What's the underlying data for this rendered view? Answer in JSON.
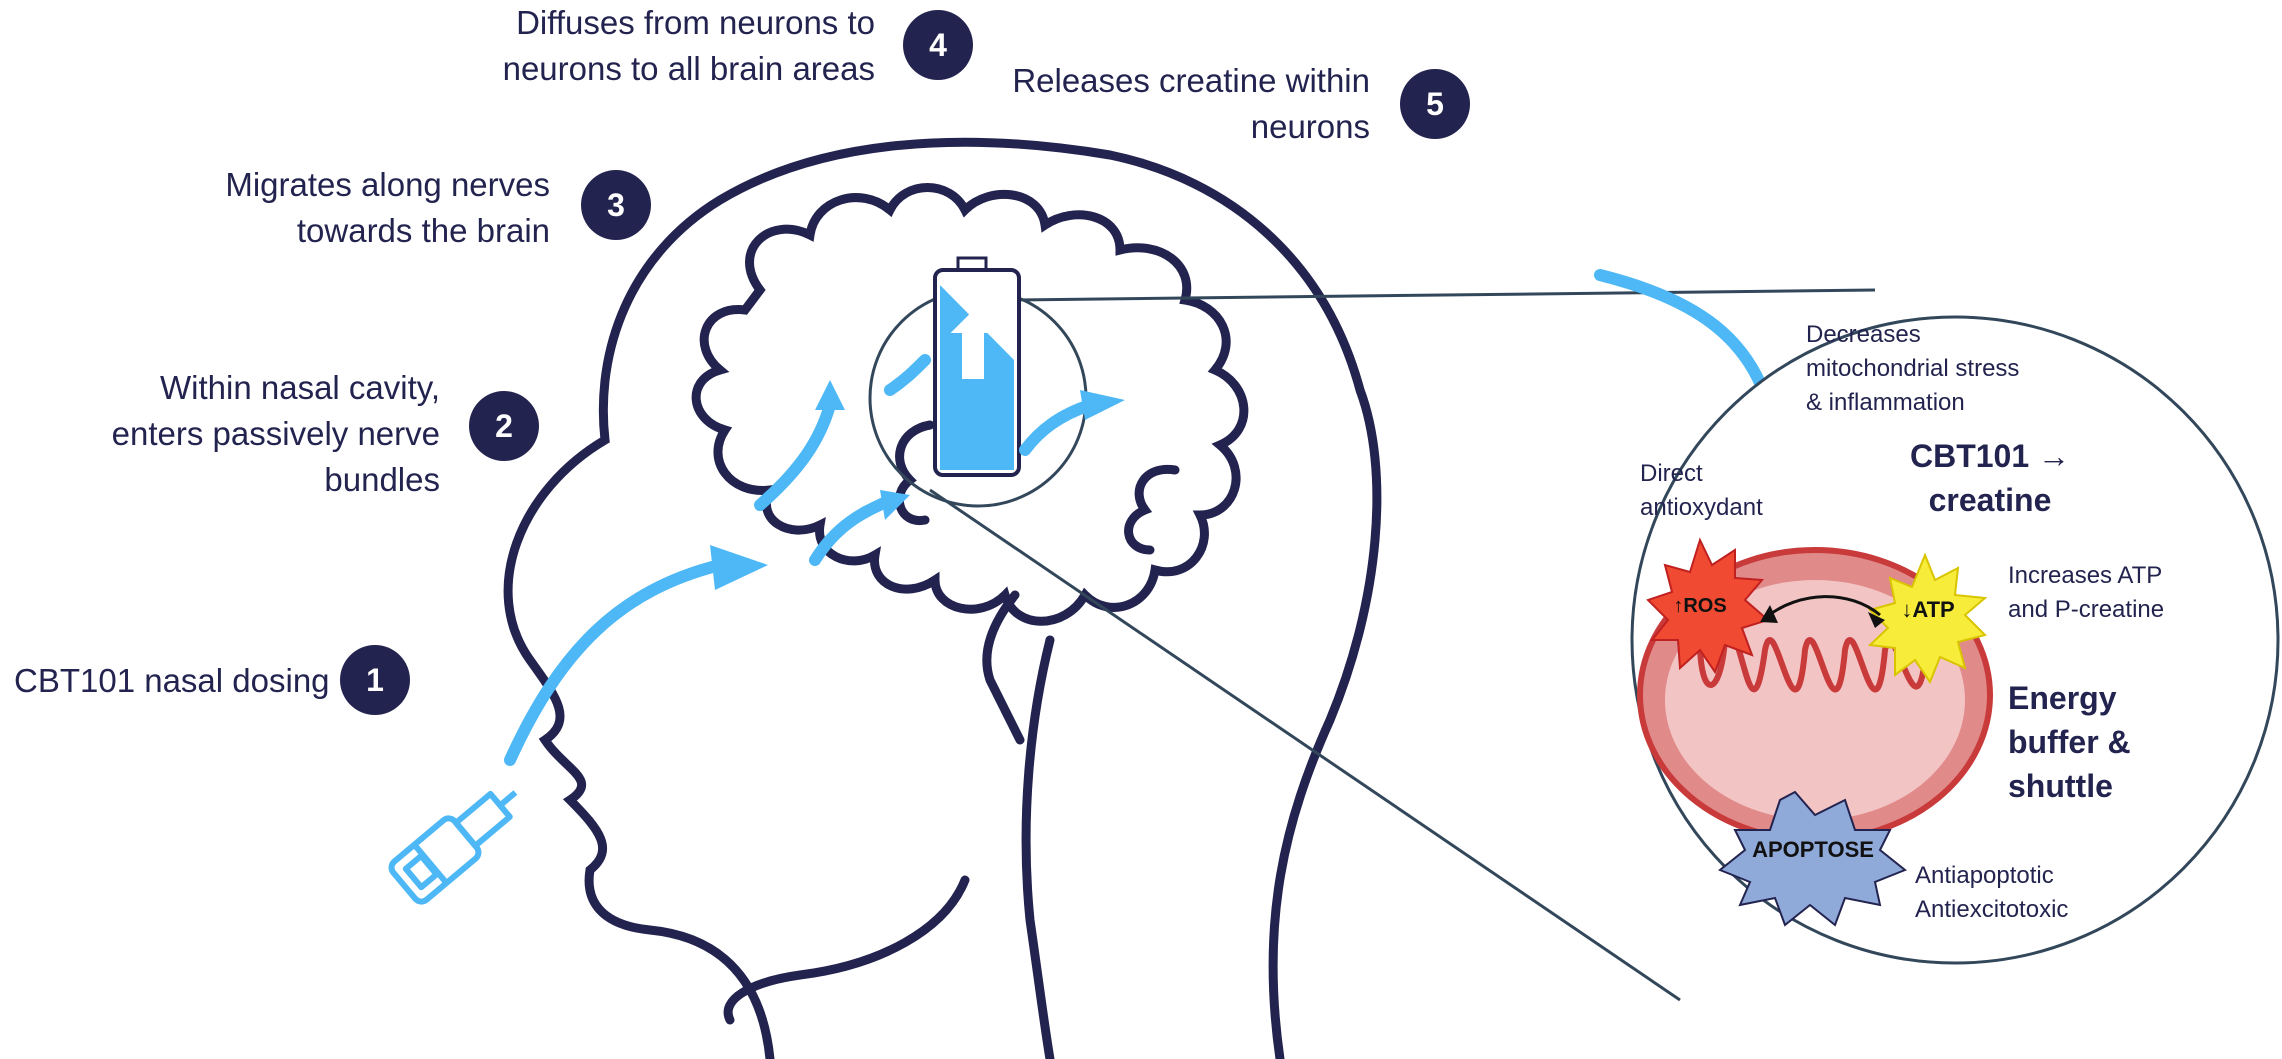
{
  "steps": [
    {
      "number": "1",
      "text": "CBT101 nasal dosing"
    },
    {
      "number": "2",
      "text_lines": [
        "Within nasal cavity,",
        "enters passively nerve",
        "bundles"
      ]
    },
    {
      "number": "3",
      "text_lines": [
        "Migrates along nerves",
        "towards the brain"
      ]
    },
    {
      "number": "4",
      "text_lines": [
        "Diffuses from neurons to",
        "neurons to all brain areas"
      ]
    },
    {
      "number": "5",
      "text_lines": [
        "Releases creatine within",
        "neurons"
      ]
    }
  ],
  "zoom": {
    "title_lines": [
      "CBT101 →",
      "creatine"
    ],
    "decreases_lines": [
      "Decreases",
      "mitochondrial stress",
      "& inflammation"
    ],
    "direct_lines": [
      "Direct",
      "antioxydant"
    ],
    "increases_lines": [
      "Increases ATP",
      "and P-creatine"
    ],
    "energy_lines": [
      "Energy",
      "buffer &",
      "shuttle"
    ],
    "anti_lines": [
      "Antiapoptotic",
      "Antiexcitotoxic"
    ],
    "ros_label": "↑ROS",
    "atp_label": "↓ATP",
    "apoptose_label": "APOPTOSE"
  },
  "colors": {
    "navy": "#23234f",
    "light_blue": "#4db8f5",
    "mito_red": "#c93a3a",
    "mito_fill": "#f3c4c4",
    "ros_red": "#f04a32",
    "atp_yellow": "#f7ec3a",
    "apoptose_blue": "#8fa9d8"
  },
  "icons": [
    "syringe-icon",
    "battery-icon",
    "arrow-icon",
    "mitochondrion-icon"
  ]
}
